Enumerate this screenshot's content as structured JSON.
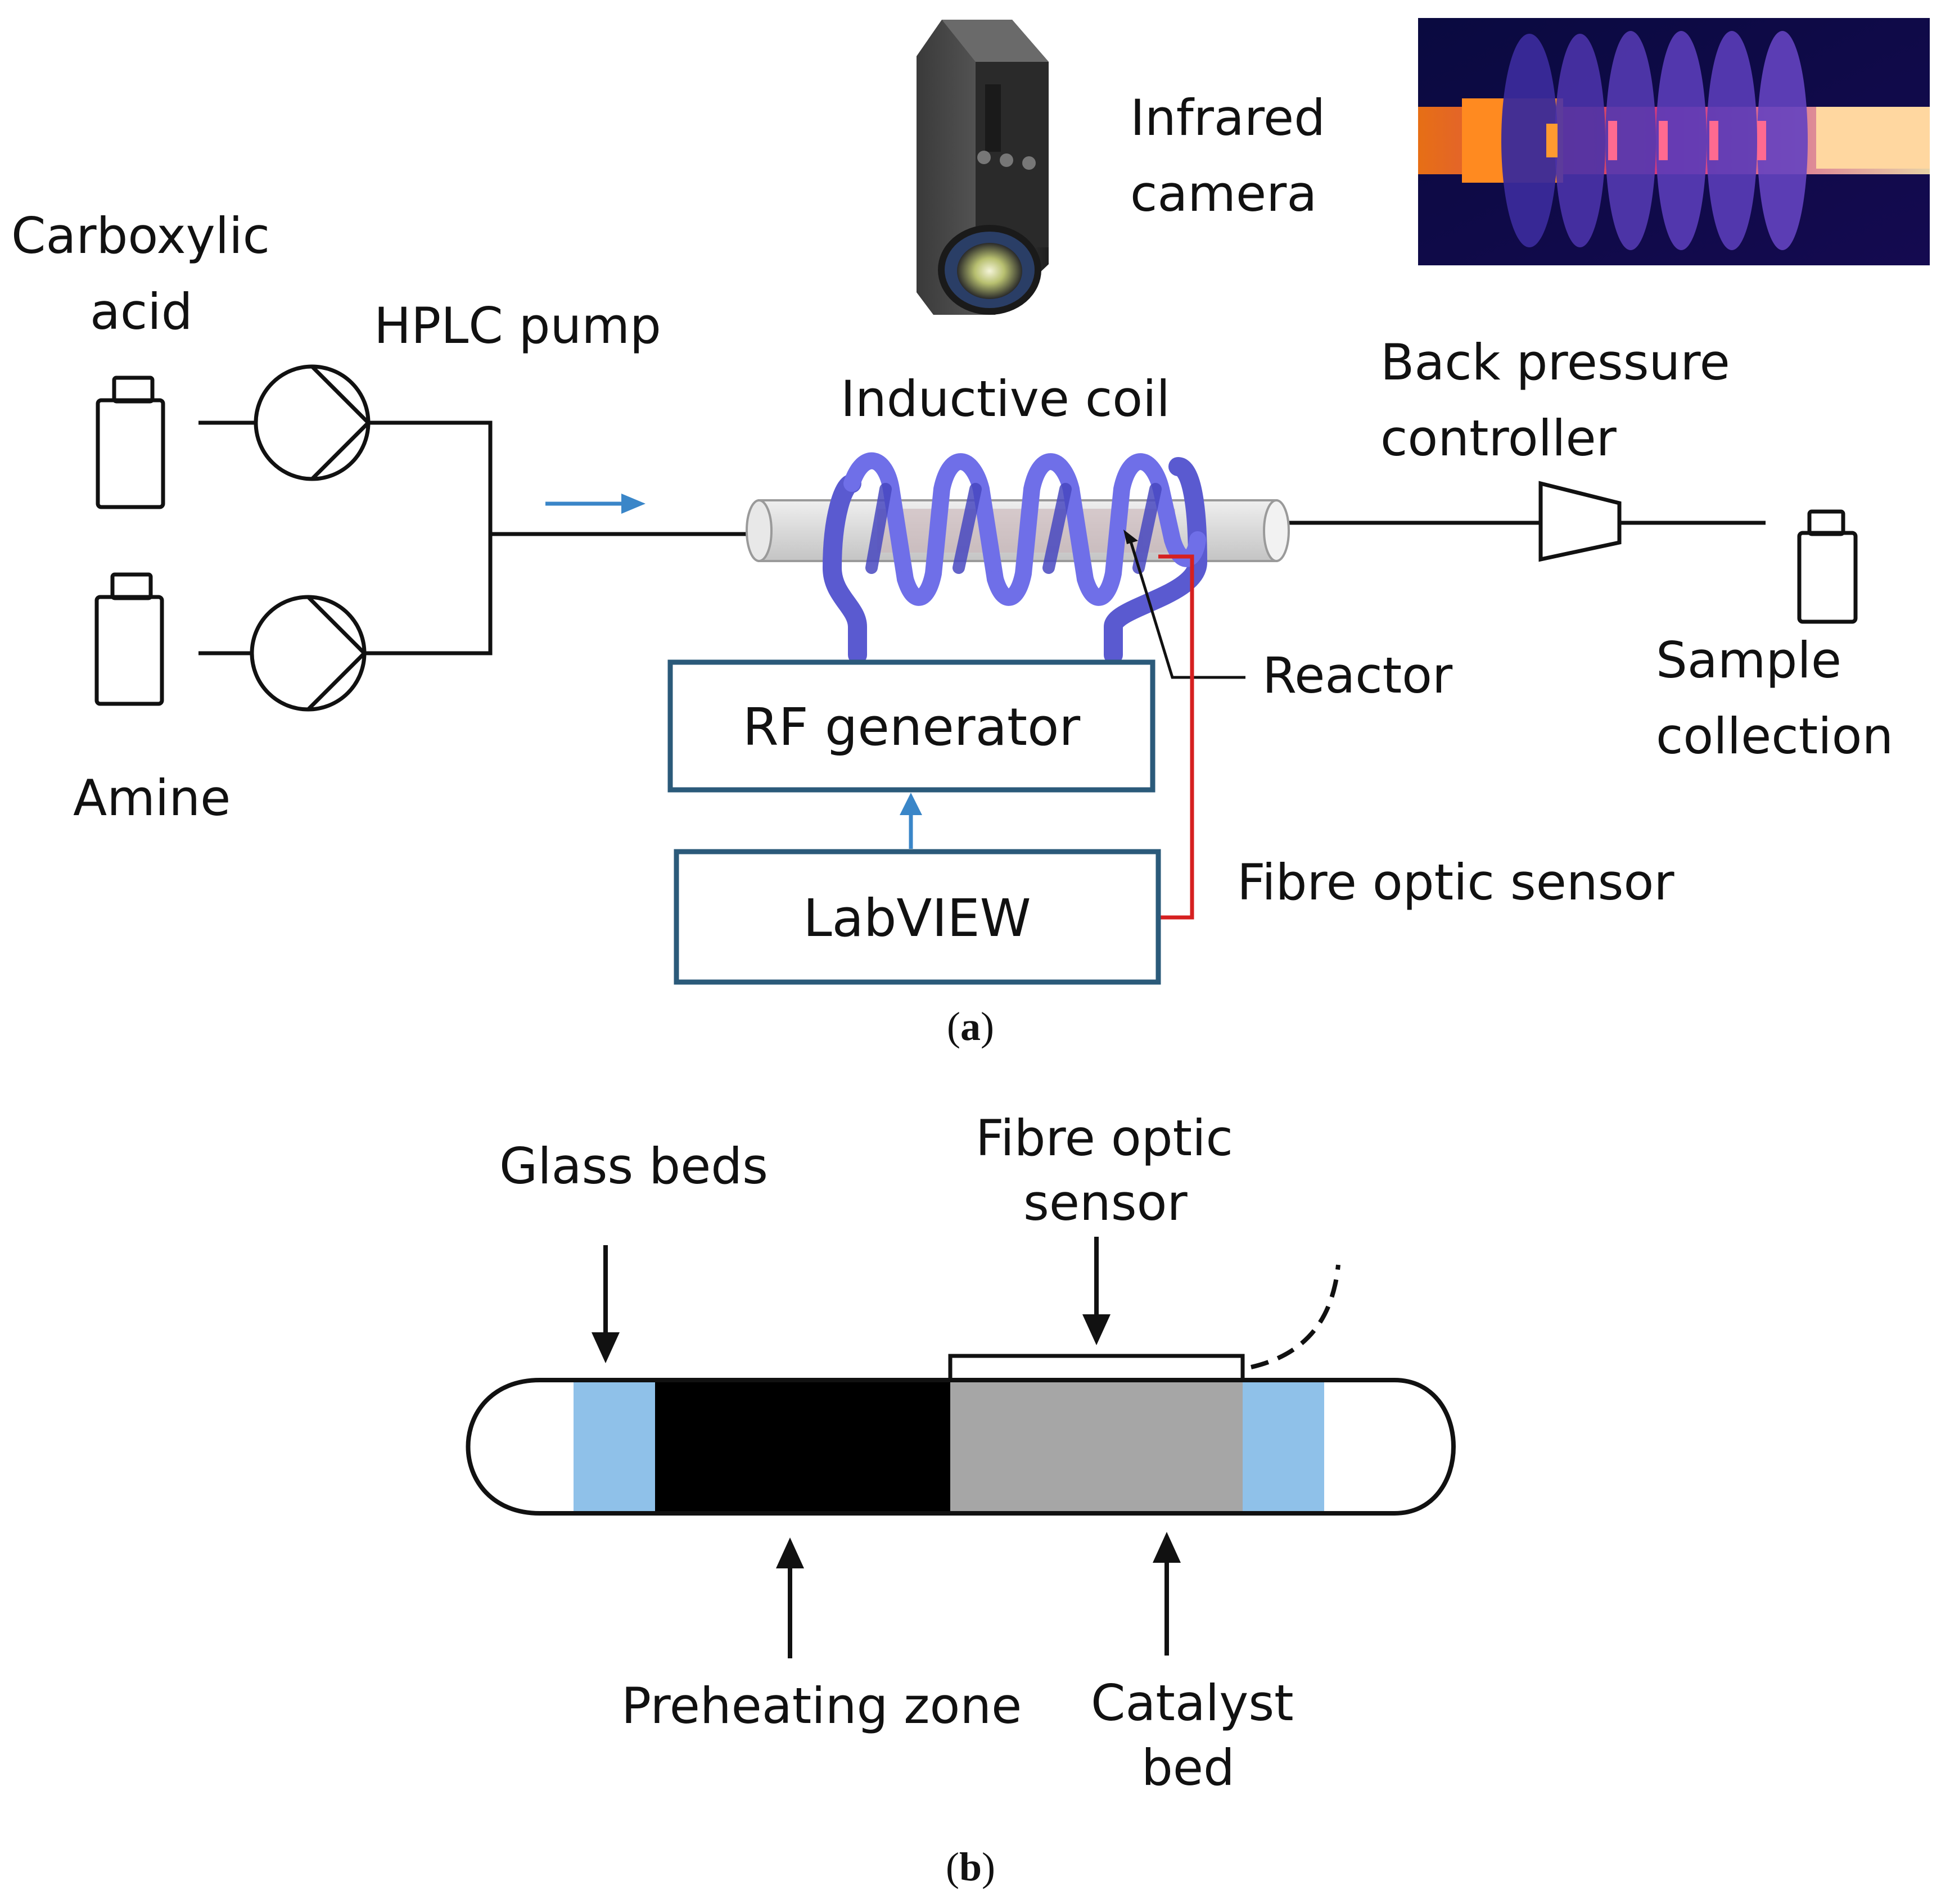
{
  "panel_a": {
    "camera_label_line1": "Infrared",
    "camera_label_line2": "camera",
    "carboxylic_line1": "Carboxylic",
    "carboxylic_line2": "acid",
    "hplc_label": "HPLC pump",
    "amine_label": "Amine",
    "coil_label": "Inductive coil",
    "bpc_line1": "Back pressure",
    "bpc_line2": "controller",
    "reactor_label": "Reactor",
    "sample_line1": "Sample",
    "sample_line2": "collection",
    "rf_label": "RF generator",
    "labview_label": "LabVIEW",
    "fibre_label": "Fibre optic sensor",
    "caption_letter": "a",
    "caption_open": "(",
    "caption_close": ")"
  },
  "panel_b": {
    "glass_label": "Glass beds",
    "fibre_line1": "Fibre optic",
    "fibre_line2": "sensor",
    "preheat_label": "Preheating zone",
    "catalyst_line1": "Catalyst",
    "catalyst_line2": "bed",
    "caption_letter": "b",
    "caption_open": "(",
    "caption_close": ")"
  },
  "colors": {
    "coil": "#6f6fe8",
    "coil_dark": "#4040b8",
    "flow_arrow": "#3a86c8",
    "fibre_line": "#d62020",
    "box_border": "#2b5a7a",
    "glass_bed": "#8fc1e9",
    "preheat": "#000000",
    "catalyst": "#a6a6a6"
  }
}
